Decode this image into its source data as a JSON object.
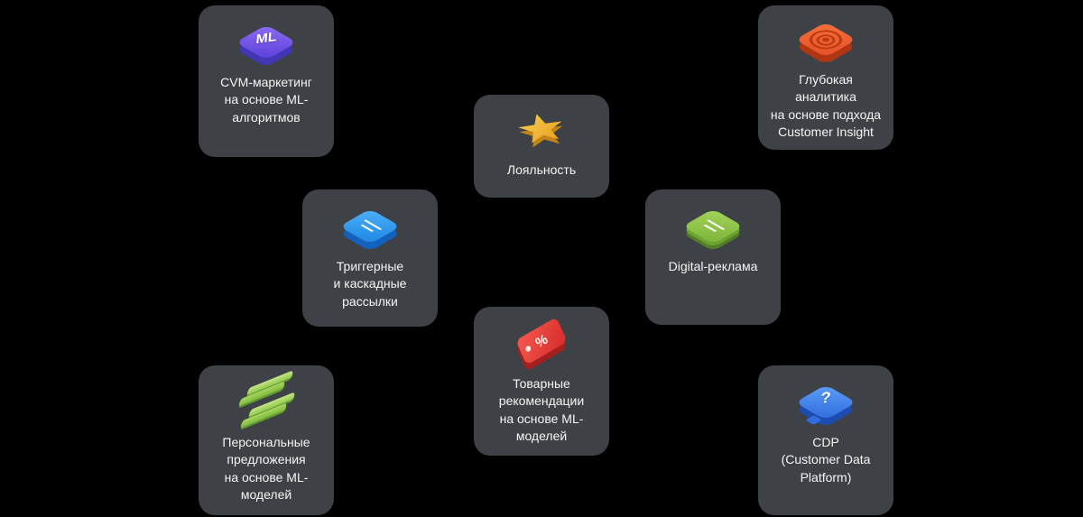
{
  "canvas": {
    "background": "#000000",
    "card_background": "#3e4145",
    "text_color": "#f5f5f5"
  },
  "cards": [
    {
      "name": "cvm-marketing",
      "label": "CVM-маркетинг\nна основе ML-\nалгоритмов",
      "icon": "ml-badge-icon",
      "icon_text": "ML",
      "icon_color": "#6d4df0"
    },
    {
      "name": "loyalty",
      "label": "Лояльность",
      "icon": "star-icon",
      "icon_color": "#f0b429"
    },
    {
      "name": "deep-analytics",
      "label": "Глубокая\nаналитика\nна основе подхода\nCustomer Insight",
      "icon": "target-icon",
      "icon_color": "#ef5a2e"
    },
    {
      "name": "trigger-mailings",
      "label": "Триггерные\nи каскадные\nрассылки",
      "icon": "mail-icon",
      "icon_color": "#2b9bf0"
    },
    {
      "name": "digital-ads",
      "label": "Digital-реклама",
      "icon": "layers-icon",
      "icon_color": "#85c143"
    },
    {
      "name": "product-recommendations",
      "label": "Товарные\nрекомендации\nна основе ML-\nмоделей",
      "icon": "price-tag-icon",
      "icon_text": "%",
      "icon_color": "#e8423c"
    },
    {
      "name": "personal-offers",
      "label": "Персональные\nпредложения\nна основе ML-\nмоделей",
      "icon": "bars-icon",
      "icon_color": "#8cc74e"
    },
    {
      "name": "cdp",
      "label": "CDP\n(Customer Data\nPlatform)",
      "icon": "chat-question-icon",
      "icon_text": "?",
      "icon_color": "#3b78ec"
    }
  ]
}
